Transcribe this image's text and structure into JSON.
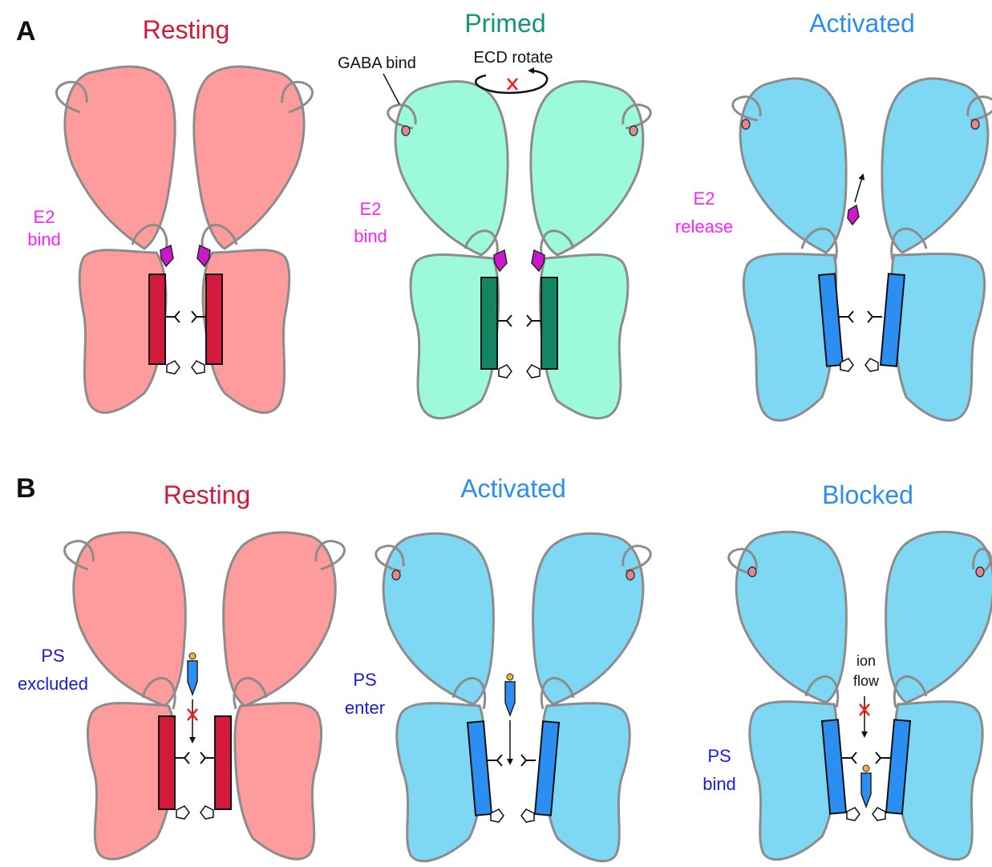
{
  "colors": {
    "resting_fill": "#fe9b9c",
    "primed_fill": "#9cf9db",
    "activated_fill": "#7ed8f4",
    "outline": "#8c8c8c",
    "resting_helix": "#d11a3c",
    "primed_helix": "#128562",
    "activated_helix": "#2b8ef0",
    "resting_title": "#d11a3c",
    "primed_title": "#129870",
    "activated_title": "#2b8ef0",
    "e2_drug": "#cc18cc",
    "ps_drug": "#2b8ef0",
    "ps_label": "#1a1ae0",
    "e2_label": "#ff22ff",
    "x_mark": "#ff1a1a",
    "gaba_site": "#e0888c"
  },
  "panelA": {
    "letter": "A",
    "titles": [
      "Resting",
      "Primed",
      "Activated"
    ],
    "e2_bind_1": [
      "E2",
      "bind"
    ],
    "e2_bind_2": [
      "E2",
      "bind"
    ],
    "e2_release": [
      "E2",
      "release"
    ],
    "gaba_bind": "GABA bind",
    "ecd_rotate": "ECD rotate"
  },
  "panelB": {
    "letter": "B",
    "titles": [
      "Resting",
      "Activated",
      "Blocked"
    ],
    "ps_excluded": [
      "PS",
      "excluded"
    ],
    "ps_enter": [
      "PS",
      "enter"
    ],
    "ps_bind": [
      "PS",
      "bind"
    ],
    "ion_flow": [
      "ion",
      "flow"
    ]
  }
}
